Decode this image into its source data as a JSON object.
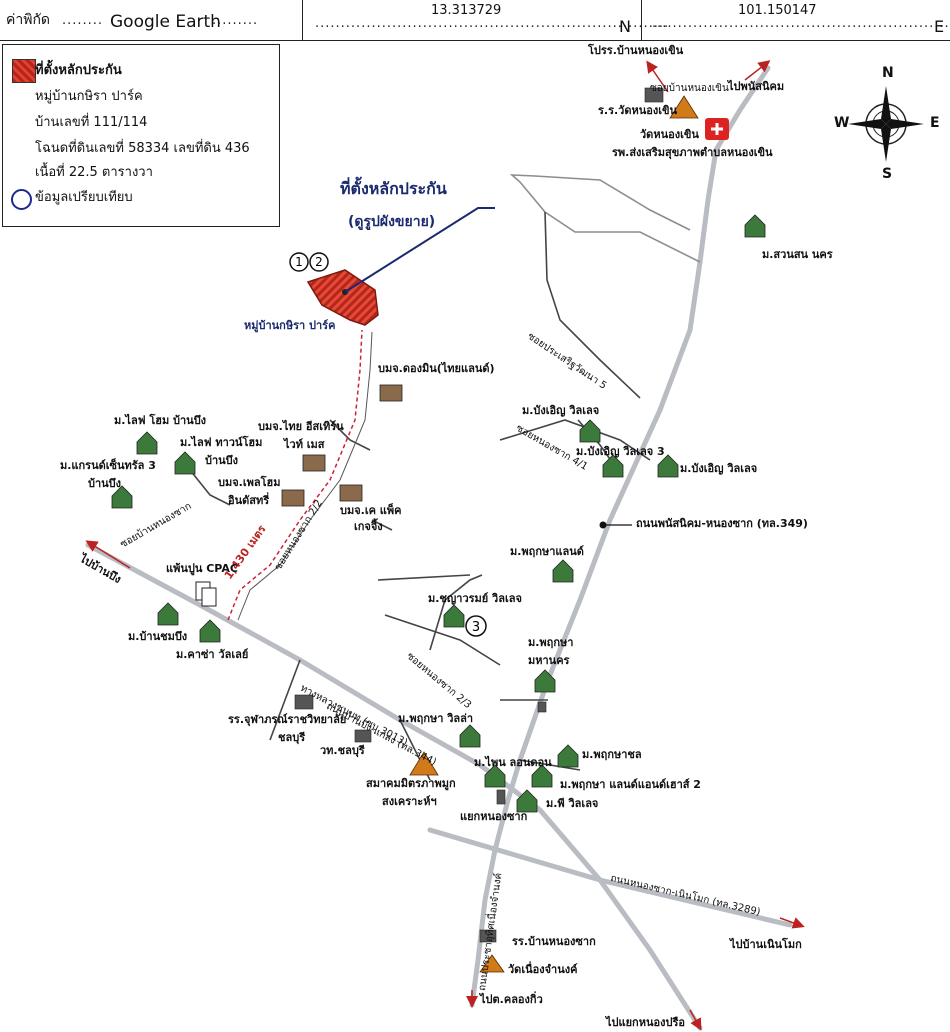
{
  "coords_bar": {
    "source_label": "ค่าพิกัด",
    "source_value": "Google Earth",
    "latitude": "13.313729",
    "lat_suffix": "N",
    "longitude": "101.150147",
    "lon_suffix": "E"
  },
  "legend": {
    "main_title": "ที่ตั้งหลักประกัน",
    "village": "หมู่บ้านกษิรา ปาร์ค",
    "house_no": "บ้านเลขที่ 111/114",
    "deed": "โฉนดที่ดินเลขที่  58334  เลขที่ดิน 436",
    "area": "เนื้อที่ 22.5  ตารางวา",
    "compare": "ข้อมูลเปรียบเทียบ"
  },
  "compass": {
    "n": "N",
    "s": "S",
    "e": "E",
    "w": "W"
  },
  "callout": {
    "title": "ที่ตั้งหลักประกัน",
    "subtitle": "(ดูรูปผังขยาย)"
  },
  "markers": {
    "m1": "1",
    "m2": "2",
    "m3": "3"
  },
  "distance": "1,430 เมตร",
  "colors": {
    "road": "#b9bcc2",
    "lane": "#444",
    "parcel": "#c8301e",
    "marker": "#1a2a8a",
    "callout": "#1a2a6e",
    "arrow": "#b22"
  },
  "labels": {
    "top_school": "โปรร.บ้านหนองเขิน",
    "soi_nongkhen": "ซอยบ้านหนองเขิน",
    "to_phanat": "ไปพนัสนิคม",
    "school_wat": "ร.ร.วัดหนองเขิน",
    "wat": "วัดหนองเขิน",
    "hospital": "รพ.ส่งเสริมสุขภาพตำบลหนองเขิน",
    "suan_son": "ม.สวนสน นคร",
    "village_park": "หมู่บ้านกษิรา ปาร์ค",
    "co_dongmin": "บมจ.ดองมิน(ไทยแลนด์)",
    "soi_prasert": "ซอยประเสริฐวัฒนา 5",
    "banguen1": "ม.บังเอิญ วิลเลจ",
    "soi_nongchak4": "ซอยหนองซาก 4/1",
    "banguen3": "ม.บังเอิญ วิลเลจ 3",
    "banguen_right": "ม.บังเอิญ วิลเลจ",
    "life_home": "ม.ไลฟ โฮม บ้านบึง",
    "life_town": "ม.ไลฟ ทาวน์โฮม",
    "banbueng1": "บ้านบึง",
    "grand": "ม.แกรนด์เซ็นทรัล 3",
    "banbueng2": "บ้านบึง",
    "thai_eastern": "บมจ.ไทย อีสเทิร์น",
    "white_mes": "ไวท์ เมส",
    "plushome": "บมจ.เพลโฮม",
    "industry": "อินดัสทรี่",
    "kpack": "บมจ.เค แพ็ค",
    "kpack2": "เกจจิ้ง",
    "soi_nongchak22": "ซอยหนองซาก 2/2",
    "soi_panat_phatthana": "ซอยบ้านหนองซาก",
    "road349": "ถนนพนัสนิคม-หนองซาก (ทล.349)",
    "to_banbueng": "ไปบ้านบึง",
    "cpac": "แพ้นปูน CPAC",
    "pruksa_land": "ม.พฤกษาแลนด์",
    "chanon": "ม.ชญาวรมย์ วิลเลจ",
    "ban_chom": "ม.บ้านชมบึง",
    "casa": "ม.คาซ่า วัลเลย์",
    "pruksa": "ม.พฤกษา",
    "mahanakorn": "มหานคร",
    "soi_nongchak23": "ซอยหนองซาก 2/3",
    "school_juta": "รร.จุฬาภรณ์ราชวิทยาลัย",
    "chonburi": "ชลบุรี",
    "tech": "วท.ชลบุรี",
    "road_banbueng": "ถนนบ้านบึง-แกลง (ทล.344)",
    "road_highway": "ทางหลวงชนบท (ชบ.3013)",
    "pruksa_villa": "ม.พฤกษา วิลล่า",
    "pruksa_chon": "ม.พฤกษาชล",
    "pruksa_land2": "ม.พฤกษา แลนด์แอนด์เฮาส์ 2",
    "assoc": "สมาคมมิตรภาพมูก",
    "assoc2": "สงเคราะห์ฯ",
    "phin": "ม.ไพน ลอนดอน",
    "pee": "ม.พี วิลเลจ",
    "junction": "แยกหนองซาก",
    "road3289": "ถนนหนองซาก-เนินโมก (ทล.3289)",
    "to_noenmok": "ไปบ้านเนินโมก",
    "road_muang": "ถนนประชาอุทิศเนื่องจำนงค์",
    "school_nongchak": "รร.บ้านหนองซาก",
    "wat_nueang": "วัดเนื่องจำนงค์",
    "to_klongkio": "ไปต.คลองกิ่ว",
    "to_nongprue": "ไปแยกหนองปรือ"
  }
}
